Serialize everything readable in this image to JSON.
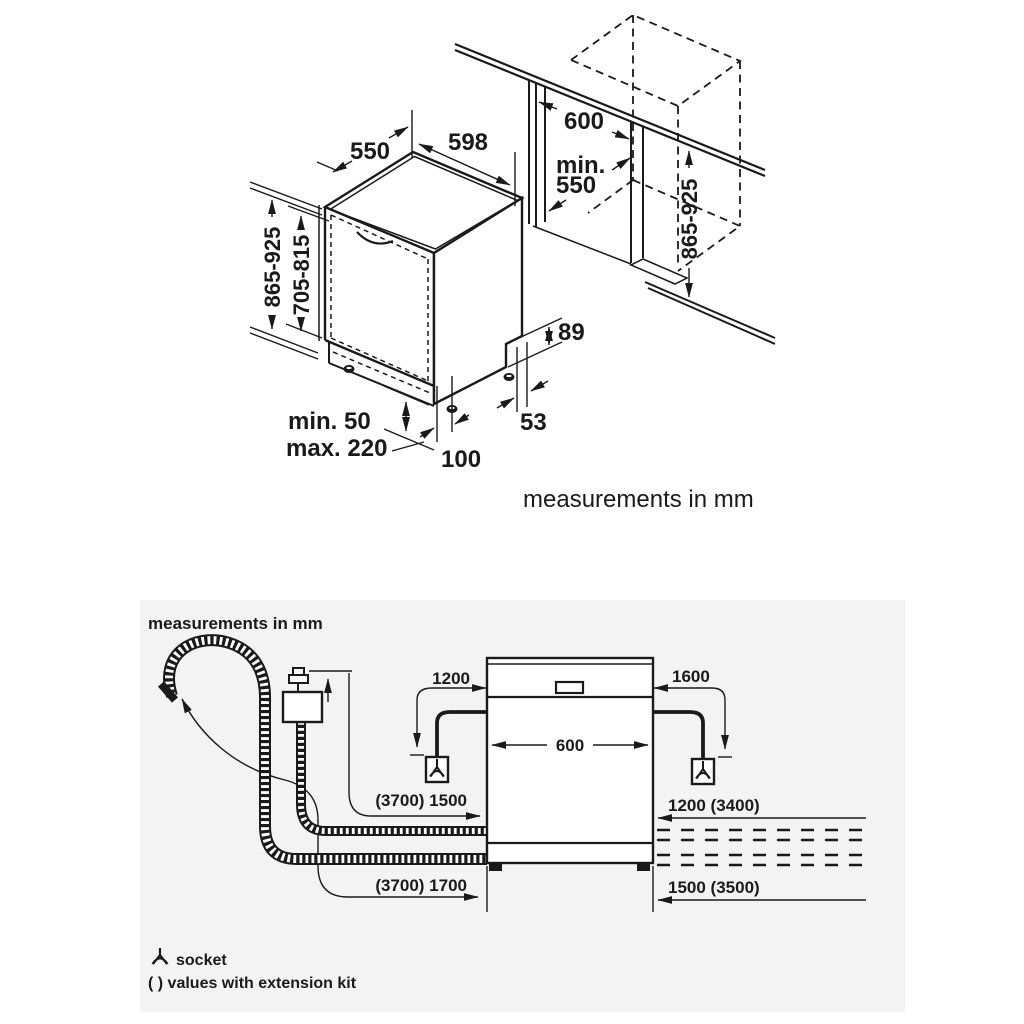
{
  "top_view": {
    "caption": "measurements in mm",
    "dim_depth": "550",
    "dim_width": "598",
    "dim_niche_width": "600",
    "dim_niche_depth_line1": "min.",
    "dim_niche_depth_line2": "550",
    "dim_height_left": "865-925",
    "dim_door_height": "705-815",
    "dim_height_right": "865-925",
    "dim_rear_height": "89",
    "dim_rear_offset": "53",
    "dim_plinth_recess": "100",
    "dim_feet_min": "min. 50",
    "dim_feet_max": "max. 220"
  },
  "install_view": {
    "caption": "measurements in mm",
    "dim_socket_left": "1200",
    "dim_socket_right": "1600",
    "dim_width": "600",
    "dim_supply_hose": "(3700) 1500",
    "dim_drain_hose": "(3700) 1700",
    "dim_right_upper": "1200 (3400)",
    "dim_right_lower": "1500 (3500)",
    "legend_socket": "socket",
    "legend_extension": "( ) values with extension kit"
  },
  "colors": {
    "ink": "#1a1a1a",
    "panel_bg": "#f3f3f3",
    "background": "#ffffff"
  }
}
